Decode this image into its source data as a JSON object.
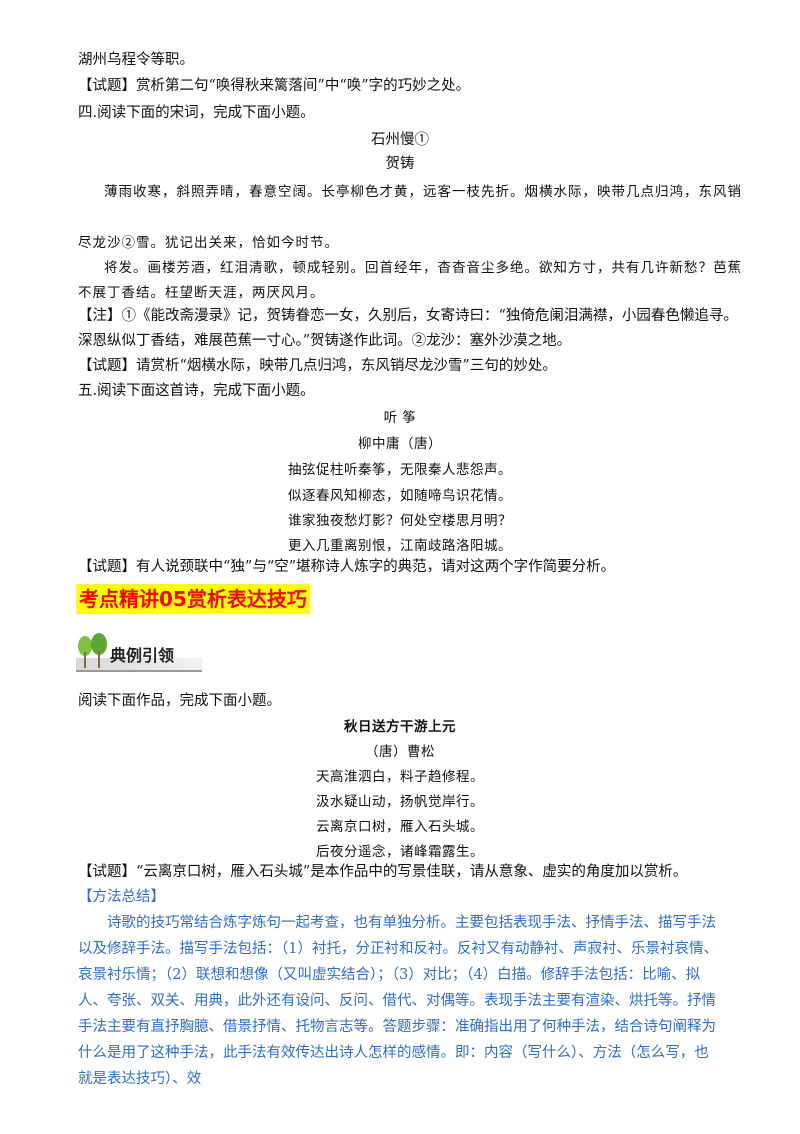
{
  "lines": {
    "l1": "湖州乌程令等职。",
    "l2": "【试题】赏析第二句“唤得秋来篱落间”中“唤”字的巧妙之处。",
    "l3": "四.阅读下面的宋词，完成下面小题。",
    "ci_title": "石州慢①",
    "ci_author": "贺铸",
    "ci_1": "薄雨收寒，斜照弄晴，春意空阔。长亭柳色才黄，远客一枝先折。烟横水际，映带几点归鸿，东风销",
    "ci_2": "尽龙沙②雪。犹记出关来，恰如今时节。",
    "ci_3": "将发。画楼芳酒，红泪清歌，顿成轻别。回首经年，杳杳音尘多绝。欲知方寸，共有几许新愁？芭蕉",
    "ci_4": "不展丁香结。枉望断天涯，两厌风月。",
    "note_1": "【注】①《能改斋漫录》记，贺铸眷恋一女，久别后，女寄诗曰：“独倚危阑泪满襟，小园春色懒追寻。",
    "note_2": "深恩纵似丁香结，难展芭蕉一寸心。”贺铸遂作此词。②龙沙：塞外沙漠之地。",
    "q4": "【试题】请赏析“烟横水际，映带几点归鸿，东风销尽龙沙雪”三句的妙处。",
    "l5": "五.阅读下面这首诗，完成下面小题。",
    "p2_title": "听 筝",
    "p2_author": "柳中庸（唐）",
    "p2_1": "抽弦促柱听秦筝，无限秦人悲怨声。",
    "p2_2": "似逐春风知柳态，如随啼鸟识花情。",
    "p2_3": "谁家独夜愁灯影？何处空楼思月明？",
    "p2_4": "更入几重离别恨，江南歧路洛阳城。",
    "q5": "【试题】有人说颈联中“独”与“空”堪称诗人炼字的典范，请对这两个字作简要分析。"
  },
  "section": {
    "heading": "考点精讲05赏析表达技巧",
    "banner": "典例引领"
  },
  "example": {
    "intro": "阅读下面作品，完成下面小题。",
    "title": "秋日送方干游上元",
    "author": "（唐）曹松",
    "p1": "天高淮泗白，料子趋修程。",
    "p2": "汲水疑山动，扬帆觉岸行。",
    "p3": "云离京口树，雁入石头城。",
    "p4": "后夜分遥念，诸峰霜露生。",
    "question": "【试题】“云离京口树，雁入石头城”是本作品中的写景佳联，请从意象、虚实的角度加以赏析。",
    "method_label": "【方法总结】",
    "method_text": "诗歌的技巧常结合炼字炼句一起考查，也有单独分析。主要包括表现手法、抒情手法、描写手法以及修辞手法。描写手法包括：（1）衬托，分正衬和反衬。反衬又有动静衬、声寂衬、乐景衬哀情、哀景衬乐情；（2）联想和想像（又叫虚实结合）；（3）对比；（4）白描。修辞手法包括：比喻、拟人、夸张、双关、用典，此外还有设问、反问、借代、对偶等。表现手法主要有渲染、烘托等。抒情手法主要有直抒胸臆、借景抒情、托物言志等。答题步骤：准确指出用了何种手法，结合诗句阐释为什么是用了这种手法，此手法有效传达出诗人怎样的感情。即：内容（写什么）、方法（怎么写，也就是表达技巧）、效"
  },
  "colors": {
    "accent_blue": "#2f6fc5",
    "heading_red": "#ff0000",
    "highlight_yellow": "#ffff00",
    "tree_green": "#7cc242"
  }
}
